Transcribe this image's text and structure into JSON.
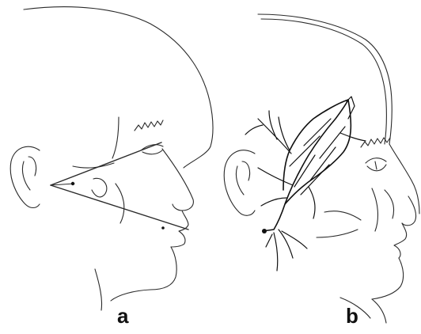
{
  "figure": {
    "panels": [
      {
        "label": "a",
        "depicts": "head-profile-with-triangle"
      },
      {
        "label": "b",
        "depicts": "head-profile-with-nerve-branches"
      }
    ]
  },
  "colors": {
    "line": "#2a2a2a",
    "nerve": "#111111",
    "background": "#ffffff"
  }
}
